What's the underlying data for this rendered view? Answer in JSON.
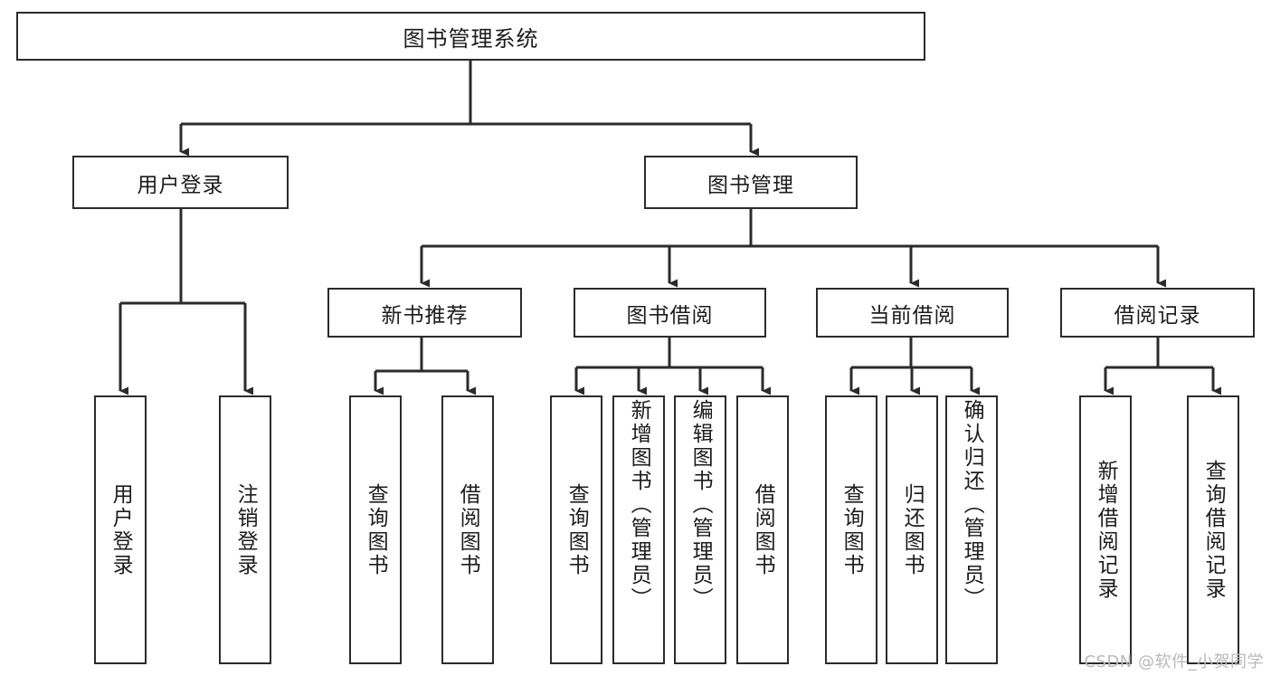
{
  "diagram": {
    "title": "图书管理系统",
    "type": "tree",
    "root": {
      "id": "root",
      "label": "图书管理系统"
    },
    "level2": [
      {
        "id": "user-login",
        "label": "用户登录"
      },
      {
        "id": "book-manage",
        "label": "图书管理"
      }
    ],
    "level3": [
      {
        "id": "new-book-recommend",
        "label": "新书推荐"
      },
      {
        "id": "book-borrow",
        "label": "图书借阅"
      },
      {
        "id": "current-borrow",
        "label": "当前借阅"
      },
      {
        "id": "borrow-record",
        "label": "借阅记录"
      }
    ],
    "leaves": [
      {
        "id": "leaf-user-login",
        "label": "用户登录",
        "parent": "user-login"
      },
      {
        "id": "leaf-user-logout",
        "label": "注销登录",
        "parent": "user-login"
      },
      {
        "id": "leaf-query-book-1",
        "label": "查询图书",
        "parent": "new-book-recommend"
      },
      {
        "id": "leaf-borrow-book-1",
        "label": "借阅图书",
        "parent": "new-book-recommend"
      },
      {
        "id": "leaf-query-book-2",
        "label": "查询图书",
        "parent": "book-borrow"
      },
      {
        "id": "leaf-add-book",
        "label": "新增图书（管理员）",
        "parent": "book-borrow"
      },
      {
        "id": "leaf-edit-book",
        "label": "编辑图书（管理员）",
        "parent": "book-borrow"
      },
      {
        "id": "leaf-borrow-book-2",
        "label": "借阅图书",
        "parent": "book-borrow"
      },
      {
        "id": "leaf-query-book-3",
        "label": "查询图书",
        "parent": "current-borrow"
      },
      {
        "id": "leaf-return-book",
        "label": "归还图书",
        "parent": "current-borrow"
      },
      {
        "id": "leaf-confirm-return",
        "label": "确认归还（管理员）",
        "parent": "current-borrow"
      },
      {
        "id": "leaf-add-record",
        "label": "新增借阅记录",
        "parent": "borrow-record"
      },
      {
        "id": "leaf-query-record",
        "label": "查询借阅记录",
        "parent": "borrow-record"
      }
    ],
    "colors": {
      "border": "#2b2b2b",
      "background": "#ffffff",
      "text": "#1c1c1c",
      "connector": "#2b2b2b",
      "watermark": "#b9b9b9"
    }
  },
  "watermark": {
    "text": "CSDN @软件_小贺同学"
  }
}
